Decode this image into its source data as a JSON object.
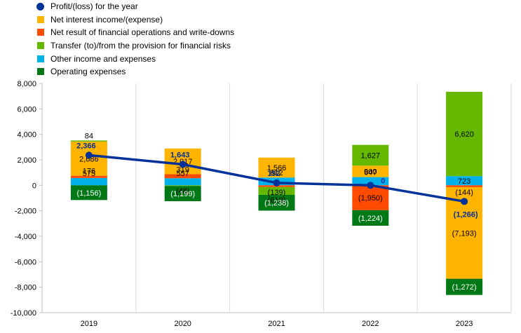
{
  "chart_data": {
    "type": "bar",
    "categories": [
      "2019",
      "2020",
      "2021",
      "2022",
      "2023"
    ],
    "ylim": [
      -10000,
      8000
    ],
    "yticks": [
      8000,
      6000,
      4000,
      2000,
      0,
      -2000,
      -4000,
      -6000,
      -8000,
      -10000
    ],
    "ytick_labels": [
      "8,000",
      "6,000",
      "4,000",
      "2,000",
      "0",
      "-2,000",
      "-4,000",
      "-6,000",
      "-8,000",
      "-10,000"
    ],
    "grid": "vertical separators between categories",
    "legend_position": "top-left",
    "series": [
      {
        "name": "Net interest income/(expense)",
        "color": "#FFB400",
        "values": [
          2686,
          2017,
          1566,
          900,
          -7193
        ],
        "labels": [
          "2,686",
          "2,017",
          "1,566",
          "900",
          "(7,193)"
        ]
      },
      {
        "name": "Net result of financial operations and write-downs",
        "color": "#FF4B00",
        "values": [
          176,
          319,
          -139,
          -1950,
          -144
        ],
        "labels": [
          "176",
          "319",
          "(139)",
          "(1,950)",
          "(144)"
        ]
      },
      {
        "name": "Transfer (to)/from the provision for financial risks",
        "color": "#65B800",
        "values": [
          84,
          -48,
          -610,
          1627,
          6620
        ],
        "labels": [
          "84",
          "(48)",
          "(610)",
          "1,627",
          "6,620"
        ]
      },
      {
        "name": "Other income and expenses",
        "color": "#00B1EA",
        "values": [
          575,
          557,
          612,
          647,
          723
        ],
        "labels": [
          "575",
          "557",
          "612",
          "647",
          "723"
        ]
      },
      {
        "name": "Operating expenses",
        "color": "#007816",
        "values": [
          -1156,
          -1199,
          -1238,
          -1224,
          -1272
        ],
        "labels": [
          "(1,156)",
          "(1,199)",
          "(1,238)",
          "(1,224)",
          "(1,272)"
        ]
      }
    ],
    "line": {
      "name": "Profit/(loss) for the year",
      "color": "#003299",
      "values": [
        2366,
        1643,
        192,
        0,
        -1266
      ],
      "labels": [
        "2,366",
        "1,643",
        "192",
        "0",
        "(1,266)"
      ]
    }
  }
}
